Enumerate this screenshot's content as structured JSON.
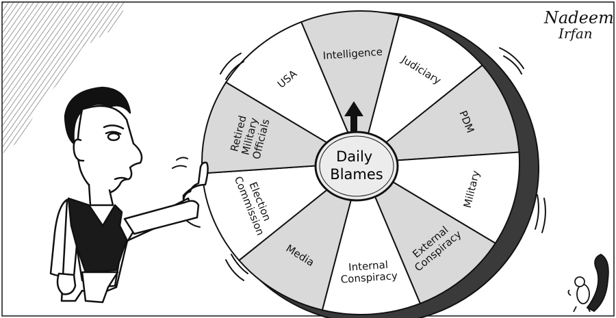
{
  "colors": {
    "ink": "#111111",
    "paper": "#ffffff",
    "segment_white": "#ffffff",
    "segment_grey": "#d9d9d9",
    "hub_fill": "#f2f2f2"
  },
  "wheel": {
    "hub_label_line1": "Daily",
    "hub_label_line2": "Blames",
    "segments": [
      {
        "label_lines": [
          "Intelligence"
        ],
        "shade": "grey"
      },
      {
        "label_lines": [
          "Judiciary"
        ],
        "shade": "white"
      },
      {
        "label_lines": [
          "PDM"
        ],
        "shade": "grey"
      },
      {
        "label_lines": [
          "Military"
        ],
        "shade": "white"
      },
      {
        "label_lines": [
          "External",
          "Conspiracy"
        ],
        "shade": "grey"
      },
      {
        "label_lines": [
          "Internal",
          "Conspiracy"
        ],
        "shade": "white"
      },
      {
        "label_lines": [
          "Media"
        ],
        "shade": "grey"
      },
      {
        "label_lines": [
          "Election",
          "Commission"
        ],
        "shade": "white"
      },
      {
        "label_lines": [
          "Retired",
          "Military",
          "Officials"
        ],
        "shade": "grey"
      },
      {
        "label_lines": [
          "USA"
        ],
        "shade": "white"
      }
    ]
  },
  "signature": {
    "line1": "Nadeem",
    "line2": "Irfan"
  },
  "icons": {
    "pointer": "up-arrow-icon",
    "mascot": "squirrel-icon"
  }
}
